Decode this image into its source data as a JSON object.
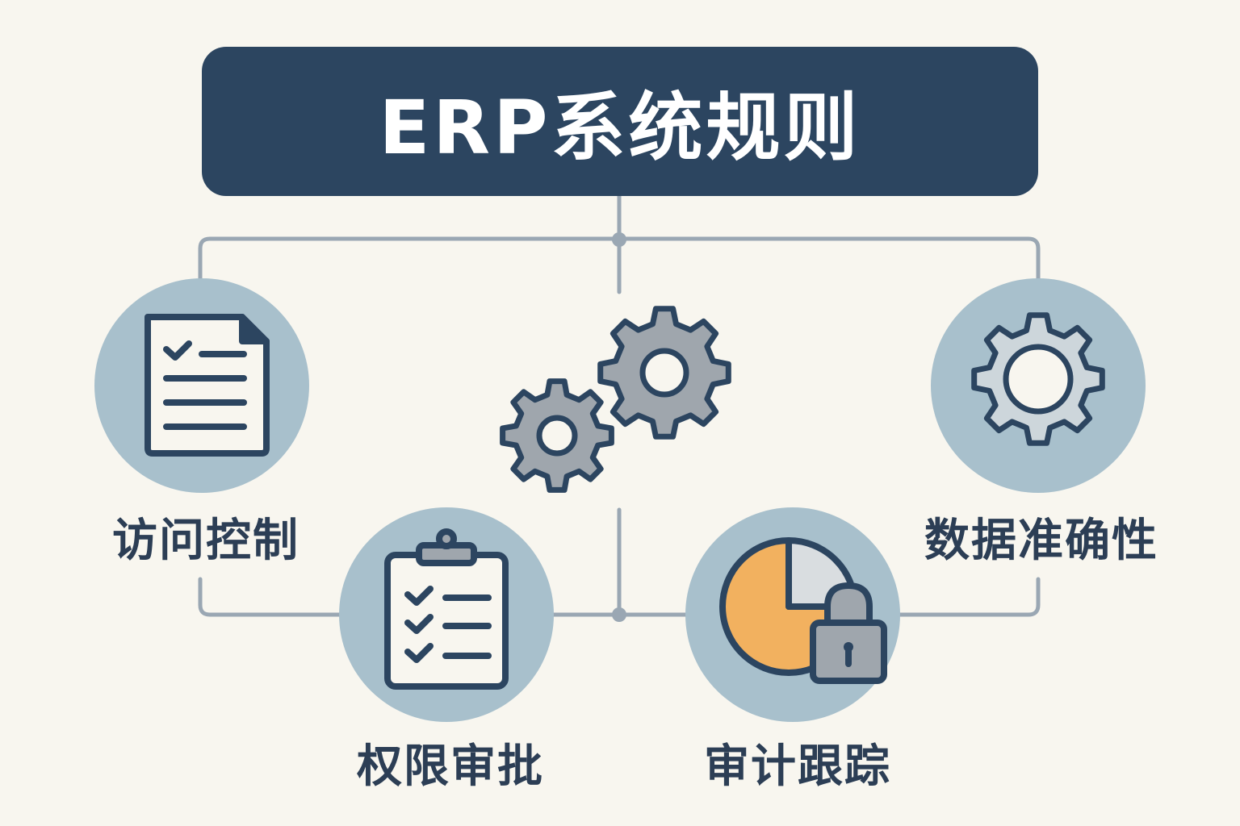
{
  "title": "ERP系统规则",
  "nodes": {
    "access_control": {
      "label": "访问控制",
      "icon": "document-checklist-icon"
    },
    "data_accuracy": {
      "label": "数据准确性",
      "icon": "gear-icon"
    },
    "permission_approval": {
      "label": "权限审批",
      "icon": "clipboard-checklist-icon"
    },
    "audit_trail": {
      "label": "审计跟踪",
      "icon": "pie-chart-lock-icon"
    },
    "center": {
      "icon": "gears-icon"
    }
  },
  "colors": {
    "background": "#f8f6ef",
    "title_bg": "#2c4560",
    "title_text": "#ffffff",
    "circle": "#a8c0cc",
    "connector": "#9aa7b3",
    "icon_stroke": "#2c4560",
    "gear_fill": "#9fa6ad",
    "pie_orange": "#f2b15f",
    "label_text": "#2c3e55"
  }
}
